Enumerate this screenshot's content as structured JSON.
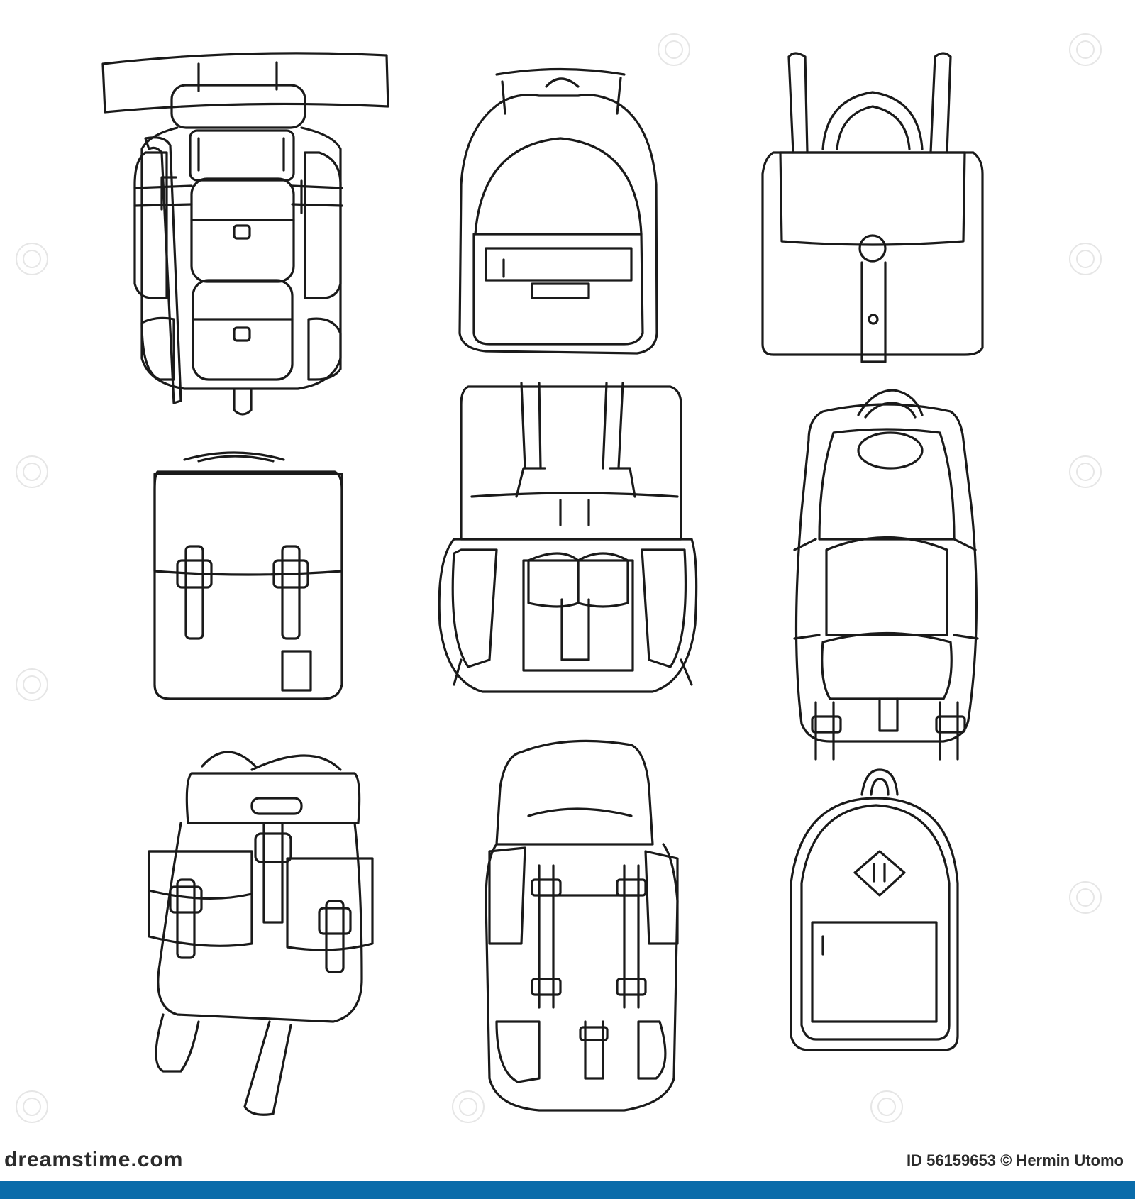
{
  "footer": {
    "logo_text": "dreamstime.com",
    "image_id": "ID 56159653",
    "author": "© Hermin Utomo"
  },
  "colors": {
    "ink": "#1a1a1a",
    "footer_bar": "#0a6caa",
    "watermark": "#e6e6e6"
  }
}
